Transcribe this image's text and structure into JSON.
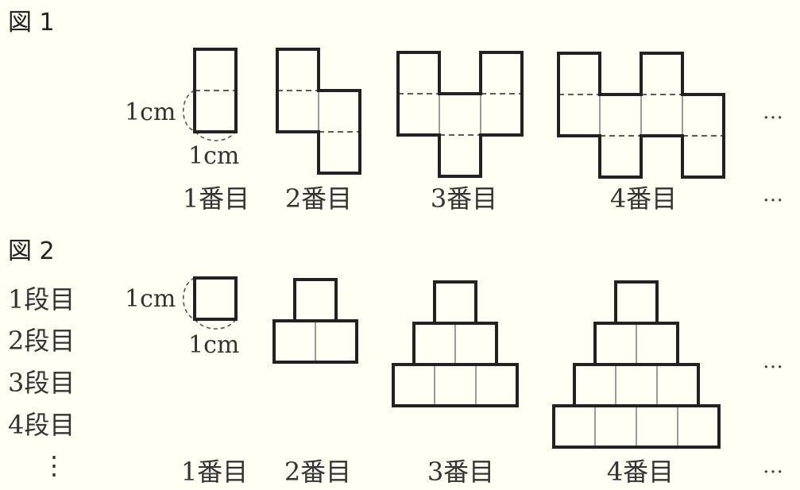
{
  "figure1": {
    "title": "図 1",
    "unit_left": "1cm",
    "unit_bottom": "1cm",
    "items": [
      {
        "label": "1番目",
        "n": 1
      },
      {
        "label": "2番目",
        "n": 2
      },
      {
        "label": "3番目",
        "n": 3
      },
      {
        "label": "4番目",
        "n": 4
      }
    ],
    "ellipsis": "…"
  },
  "figure2": {
    "title": "図 2",
    "unit_left": "1cm",
    "unit_bottom": "1cm",
    "rows": [
      "1段目",
      "2段目",
      "3段目",
      "4段目"
    ],
    "rows_more": "⋮",
    "items": [
      {
        "label": "1番目",
        "n": 1
      },
      {
        "label": "2番目",
        "n": 2
      },
      {
        "label": "3番目",
        "n": 3
      },
      {
        "label": "4番目",
        "n": 4
      }
    ],
    "ellipsis": "…"
  }
}
